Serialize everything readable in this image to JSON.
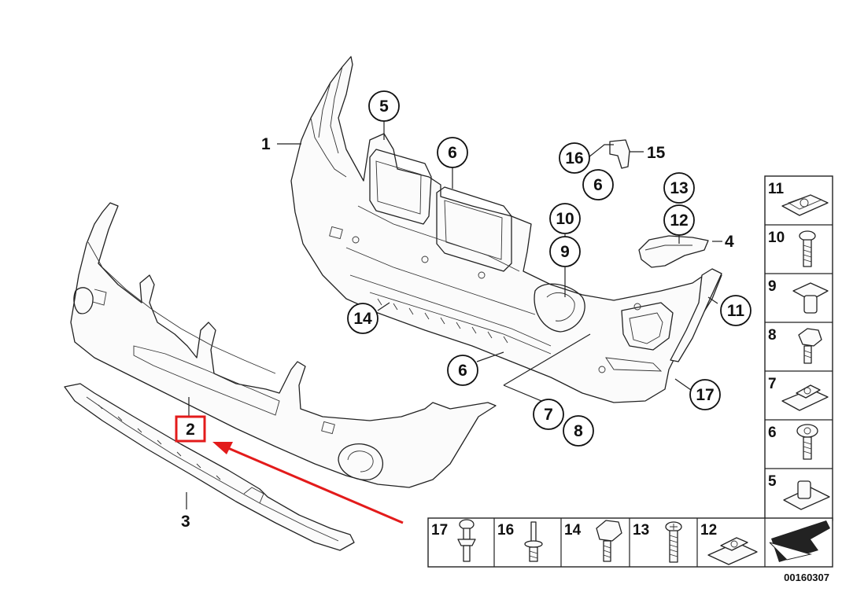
{
  "diagram": {
    "reference_code": "00160307",
    "highlight": {
      "label": "2",
      "color": "#e31b1b"
    },
    "arrow_color": "#e31b1b",
    "callouts": [
      {
        "id": "c5",
        "label": "5"
      },
      {
        "id": "c6a",
        "label": "6"
      },
      {
        "id": "c16",
        "label": "16"
      },
      {
        "id": "c6b",
        "label": "6"
      },
      {
        "id": "c13",
        "label": "13"
      },
      {
        "id": "c12",
        "label": "12"
      },
      {
        "id": "c10",
        "label": "10"
      },
      {
        "id": "c9",
        "label": "9"
      },
      {
        "id": "c14",
        "label": "14"
      },
      {
        "id": "c11",
        "label": "11"
      },
      {
        "id": "c6c",
        "label": "6"
      },
      {
        "id": "c17",
        "label": "17"
      },
      {
        "id": "c7",
        "label": "7"
      },
      {
        "id": "c8",
        "label": "8"
      }
    ],
    "plain_labels": [
      {
        "id": "l1",
        "label": "1"
      },
      {
        "id": "l15",
        "label": "15"
      },
      {
        "id": "l4",
        "label": "4"
      },
      {
        "id": "l3",
        "label": "3"
      }
    ],
    "legend_column": [
      "11",
      "10",
      "9",
      "8",
      "7",
      "6",
      "5"
    ],
    "legend_row": [
      "17",
      "16",
      "14",
      "13",
      "12"
    ]
  }
}
